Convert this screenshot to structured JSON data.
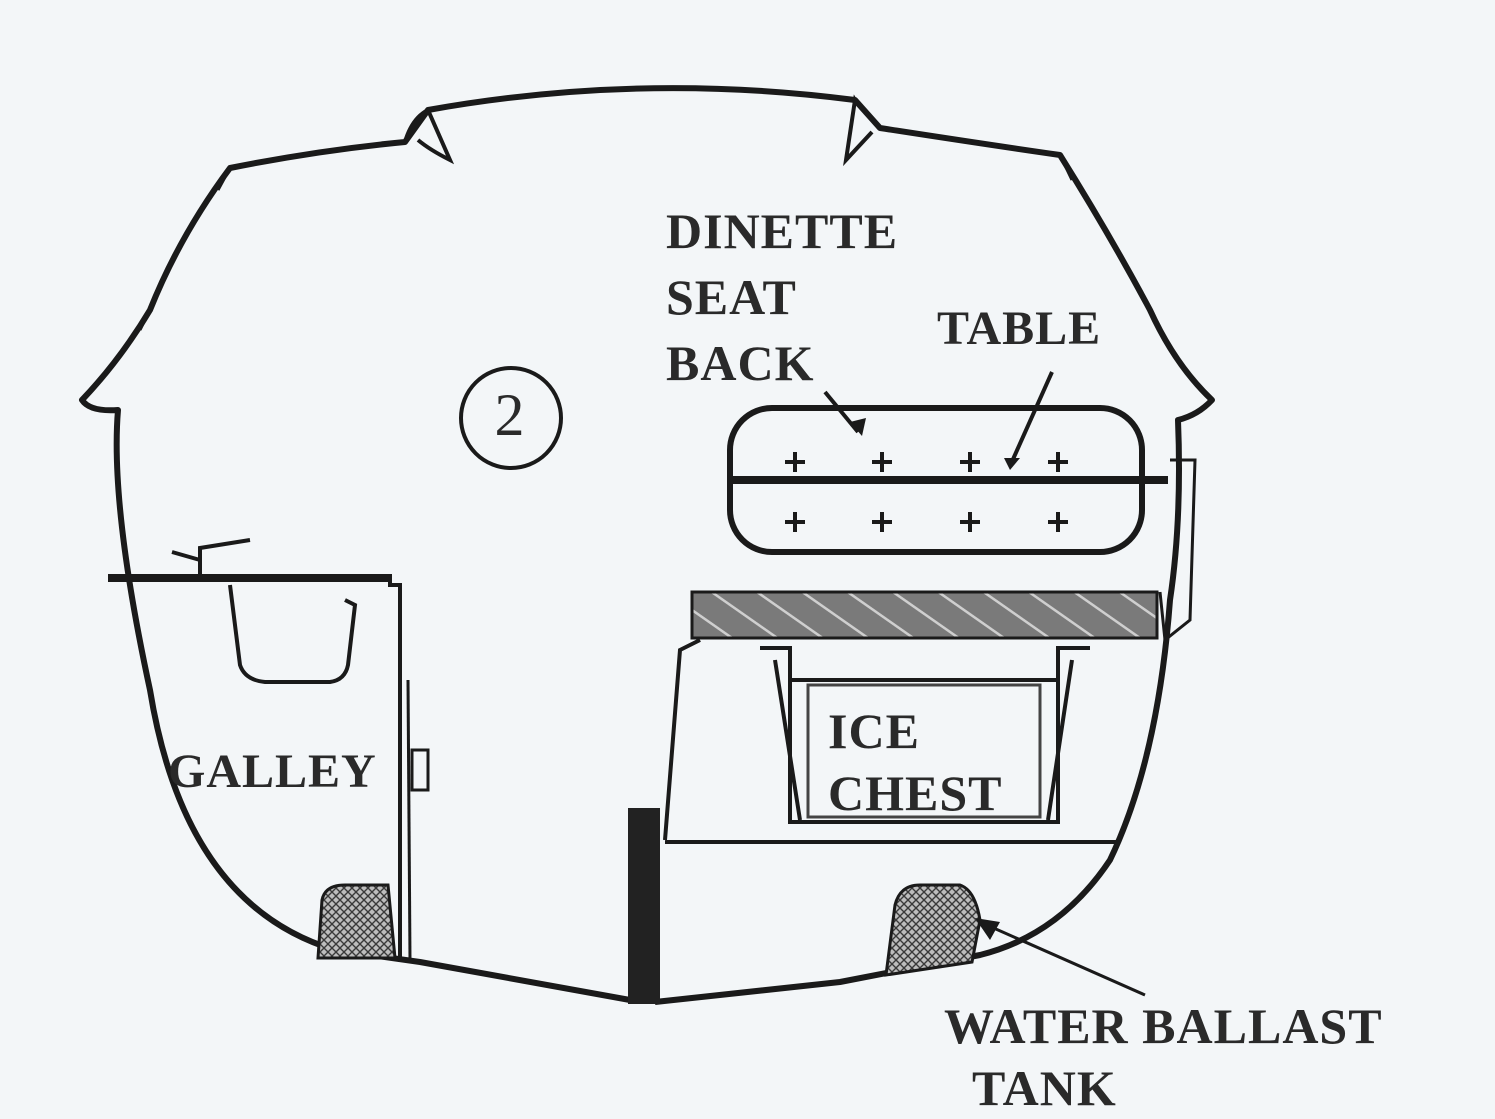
{
  "diagram": {
    "section_number": "2",
    "labels": {
      "dinette_line1": "DINETTE",
      "dinette_line2": "SEAT",
      "dinette_line3": "BACK",
      "table": "TABLE",
      "ice_line1": "ICE",
      "ice_line2": "CHEST",
      "galley": "GALLEY",
      "ballast_line1": "WATER  BALLAST",
      "ballast_line2": "TANK"
    },
    "colors": {
      "background": "#f3f6f8",
      "ink": "#1a1a1a",
      "hatch": "#555555"
    }
  }
}
